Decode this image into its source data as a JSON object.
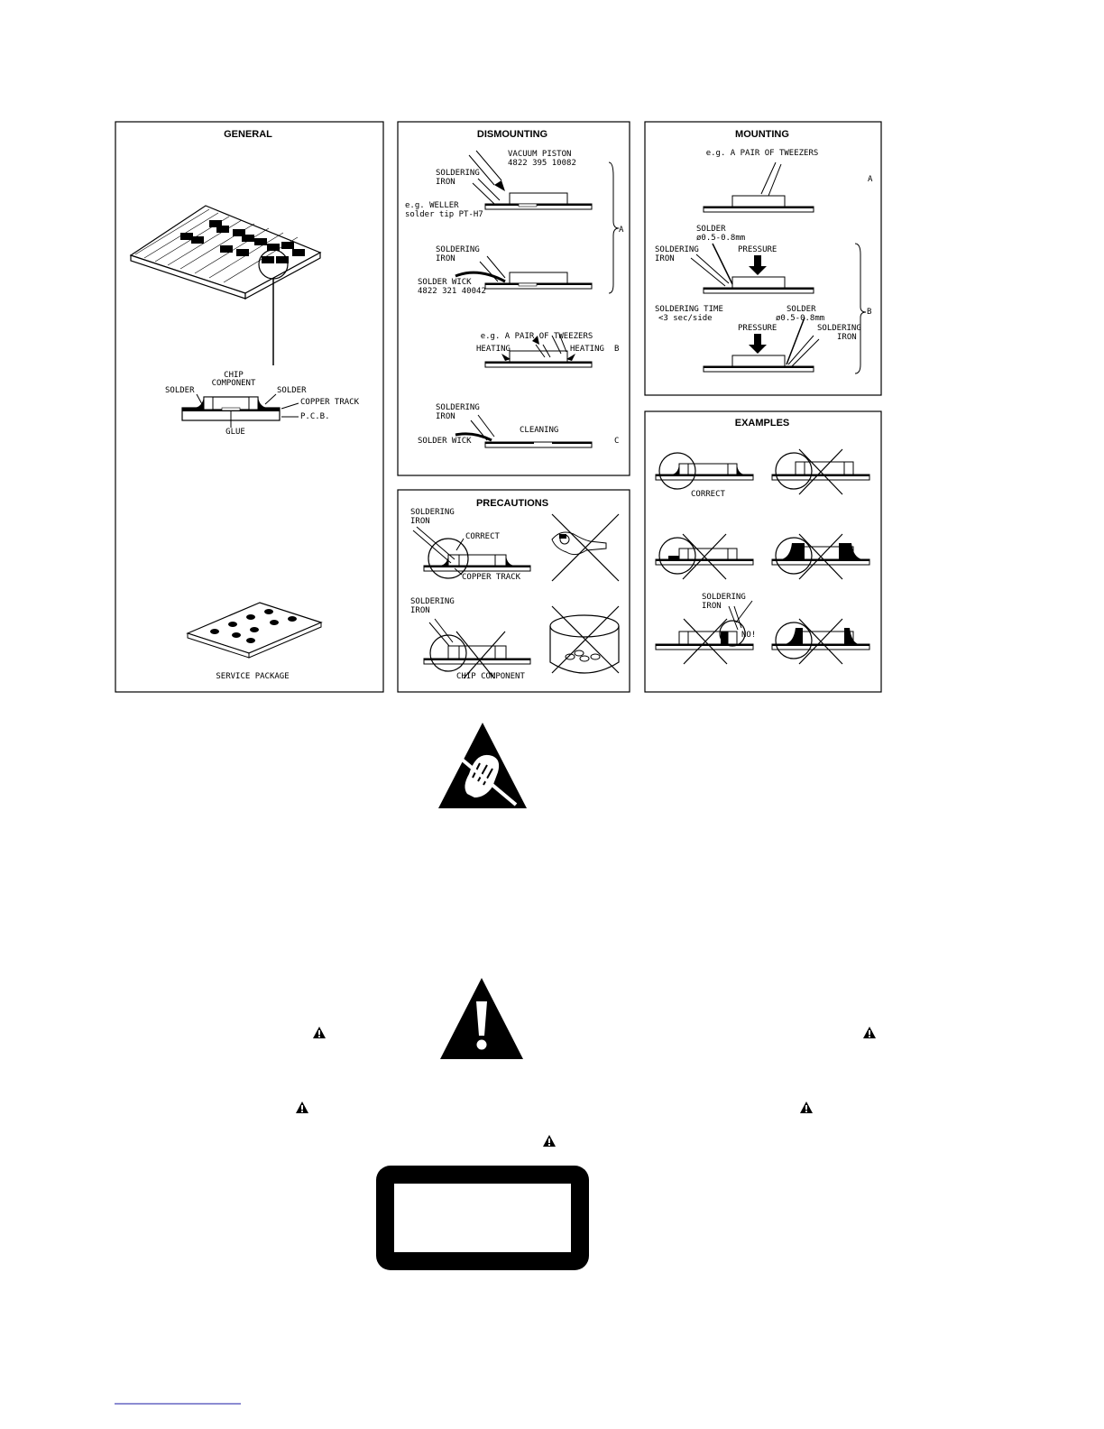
{
  "panels": {
    "general": {
      "title": "GENERAL",
      "chip": "CHIP",
      "component": "COMPONENT",
      "solder_left": "SOLDER",
      "solder_right": "SOLDER",
      "copper_track": "COPPER TRACK",
      "pcb": "P.C.B.",
      "glue": "GLUE",
      "service_package": "SERVICE PACKAGE"
    },
    "dismounting": {
      "title": "DISMOUNTING",
      "vacuum_piston": "VACUUM PISTON",
      "vacuum_piston_no": "4822 395 10082",
      "soldering_1": "SOLDERING",
      "iron_1": "IRON",
      "weller_1": "e.g. WELLER",
      "weller_2": "solder tip PT-H7",
      "soldering_2": "SOLDERING",
      "iron_2": "IRON",
      "solder_wick": "SOLDER WICK",
      "solder_wick_no": "4822 321 40042",
      "tweezers": "e.g. A PAIR OF TWEEZERS",
      "heating_left": "HEATING",
      "heating_right": "HEATING",
      "soldering_3": "SOLDERING",
      "iron_3": "IRON",
      "cleaning": "CLEANING",
      "solder_wick_2": "SOLDER WICK",
      "tag_a": "A",
      "tag_b": "B",
      "tag_c": "C"
    },
    "mounting": {
      "title": "MOUNTING",
      "tweezers": "e.g. A PAIR OF TWEEZERS",
      "solder_1": "SOLDER",
      "diameter_1": "ø0.5-0.8mm",
      "soldering_1": "SOLDERING",
      "iron_1": "IRON",
      "pressure_1": "PRESSURE",
      "soldering_time": "SOLDERING TIME",
      "time_value": "<3 sec/side",
      "solder_2": "SOLDER",
      "diameter_2": "ø0.5-0.8mm",
      "pressure_2": "PRESSURE",
      "soldering_2": "SOLDERING",
      "iron_2": "IRON",
      "tag_a": "A",
      "tag_b": "B"
    },
    "precautions": {
      "title": "PRECAUTIONS",
      "soldering_1": "SOLDERING",
      "iron_1": "IRON",
      "correct": "CORRECT",
      "copper_track": "COPPER TRACK",
      "soldering_2": "SOLDERING",
      "iron_2": "IRON",
      "chip_component": "CHIP COMPONENT"
    },
    "examples": {
      "title": "EXAMPLES",
      "correct": "CORRECT",
      "soldering": "SOLDERING",
      "iron": "IRON",
      "no": "NO!"
    }
  }
}
